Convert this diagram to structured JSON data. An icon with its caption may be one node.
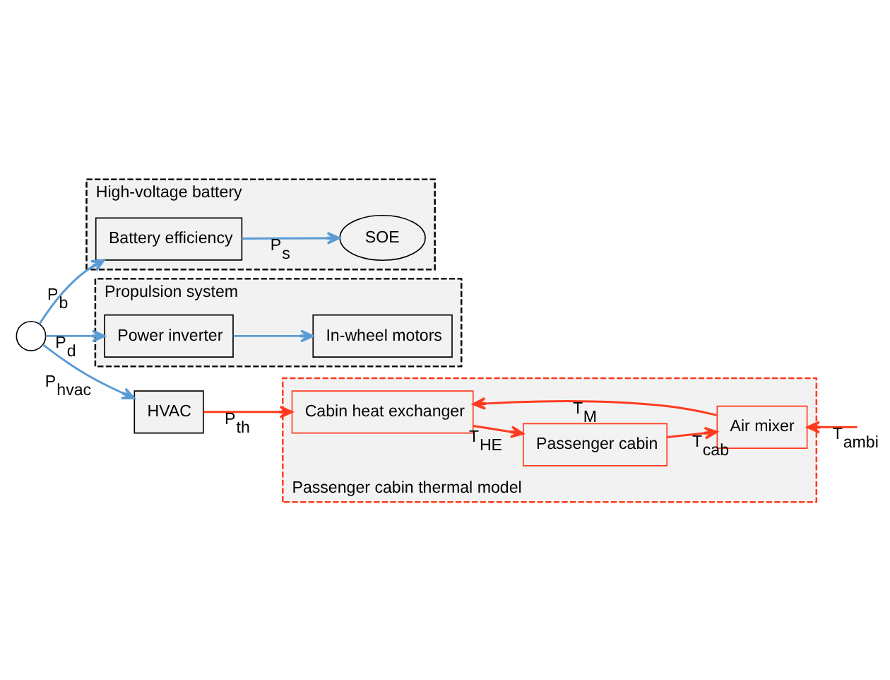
{
  "diagram": {
    "nodes": [
      {
        "text": [
          "High-voltage battery"
        ]
      },
      {
        "text": [
          "SOE"
        ],
        "in": 0
      },
      {
        "text": [
          "Battery efficiency"
        ],
        "in": 0
      },
      {
        "text": [],
        "shape": "circle"
      },
      {
        "text": [
          "Propulsion system"
        ]
      },
      {
        "text": [
          "Power inverter"
        ],
        "in": 4
      },
      {
        "text": [
          "In-wheel motors"
        ],
        "in": 4
      },
      {
        "text": [
          "HVAC"
        ]
      },
      {
        "text": [
          "Passenger cabin thermal model"
        ]
      },
      {
        "text": [
          "Cabin heat exchanger"
        ],
        "in": 8
      },
      {
        "text": [
          "Air mixer"
        ],
        "in": 8
      },
      {
        "text": [
          "Passenger cabin"
        ],
        "in": 8
      }
    ],
    "edges": [
      {
        "from": 2,
        "to": 1,
        "arrow": "to",
        "label": "P$_{s}$",
        "color": "#5b9bd5"
      },
      {
        "from": 3,
        "to": 2,
        "arrow": "to",
        "label": "P$_{b}$",
        "color": "#5b9bd5"
      },
      {
        "from": 3,
        "to": 5,
        "arrow": "to",
        "label": "P$_{d}$",
        "color": "#5b9bd5"
      },
      {
        "from": 3,
        "to": 7,
        "arrow": "to",
        "label": "P$_{hvac}$",
        "color": "#5b9bd5"
      },
      {
        "from": 5,
        "to": 6,
        "arrow": "to",
        "color": "#5b9bd5"
      },
      {
        "from": 7,
        "to": 9,
        "arrow": "to",
        "label": "P$_{th}$",
        "color": "#ff3b1f"
      },
      {
        "from": 10,
        "to": 9,
        "arrow": "to",
        "label": "T$_{M}$",
        "color": "#ff3b1f"
      },
      {
        "from": 9,
        "to": 11,
        "arrow": "to",
        "label": "T$_{HE}$",
        "color": "#ff3b1f"
      },
      {
        "from": 11,
        "to": 10,
        "arrow": "to",
        "label": "T$_{cab}$",
        "color": "#ff3b1f"
      },
      {
        "from": null,
        "to": 10,
        "arrow": "to",
        "label": "T$_{ambi}$",
        "color": "#ff3b1f"
      }
    ]
  }
}
